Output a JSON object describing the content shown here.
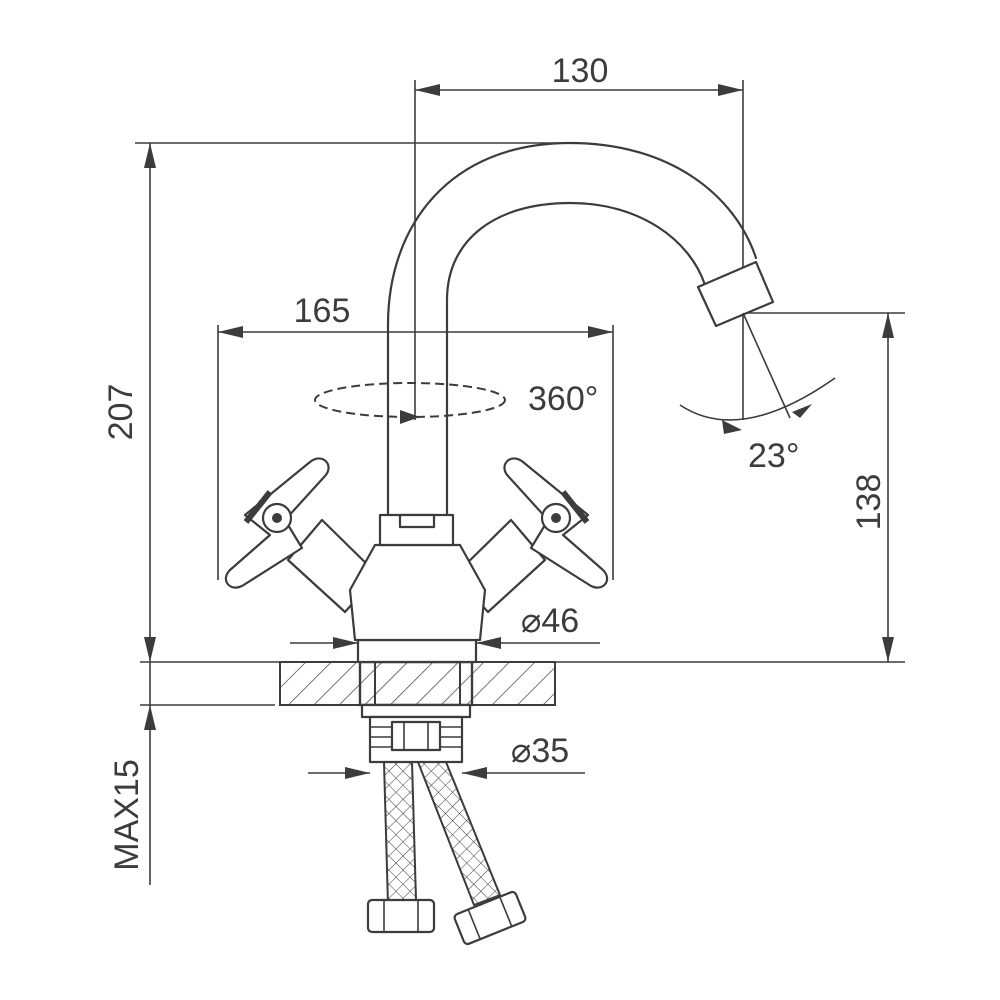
{
  "dimensions": {
    "spout_reach": "130",
    "handle_span": "165",
    "total_height": "207",
    "outlet_height": "138",
    "swivel_angle": "360°",
    "spout_tilt": "23°",
    "base_diameter": "⌀46",
    "mount_diameter": "⌀35",
    "max_counter_thickness": "MAX15"
  },
  "colors": {
    "line": "#3c3c3c",
    "background": "#ffffff"
  }
}
